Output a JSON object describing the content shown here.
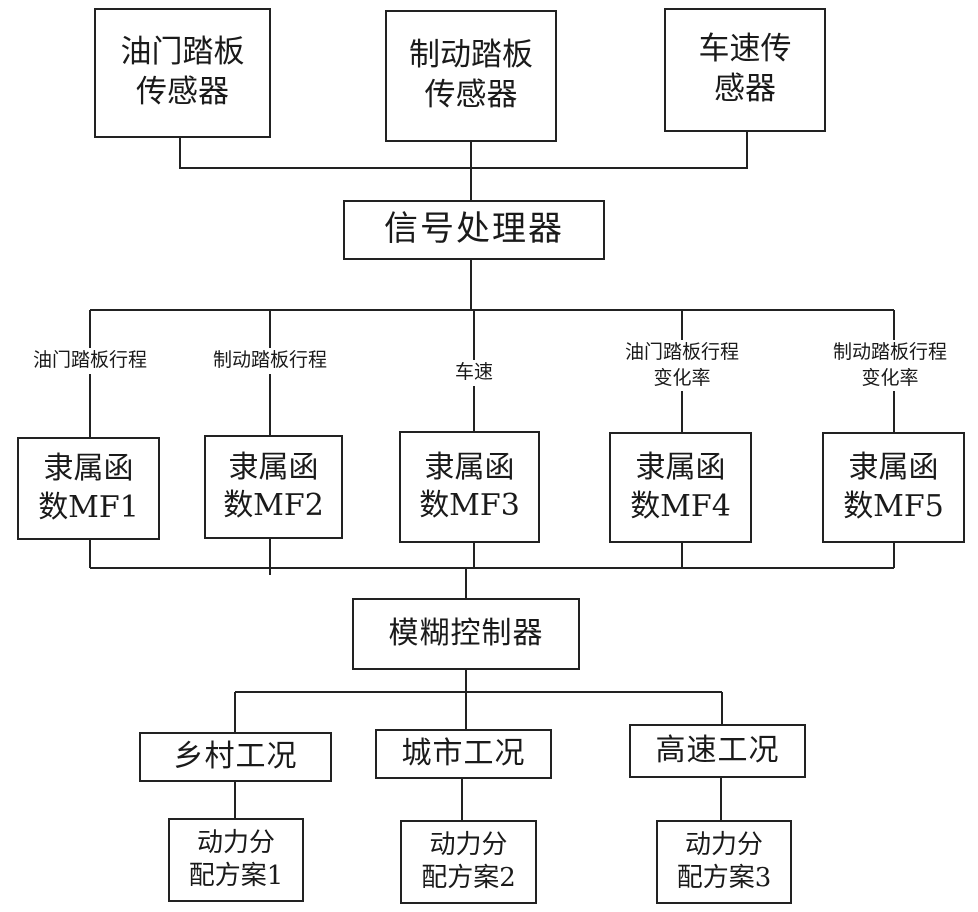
{
  "sensors": {
    "throttle": [
      "油门踏板",
      "传感器"
    ],
    "brake": [
      "制动踏板",
      "传感器"
    ],
    "speed": [
      "车速传",
      "感器"
    ]
  },
  "processor": "信号处理器",
  "signals": {
    "s1": [
      "油门踏板行程"
    ],
    "s2": [
      "制动踏板行程"
    ],
    "s3": [
      "车速"
    ],
    "s4": [
      "油门踏板行程",
      "变化率"
    ],
    "s5": [
      "制动踏板行程",
      "变化率"
    ]
  },
  "membership": {
    "mf1": [
      "隶属函",
      "数MF1"
    ],
    "mf2": [
      "隶属函",
      "数MF2"
    ],
    "mf3": [
      "隶属函",
      "数MF3"
    ],
    "mf4": [
      "隶属函",
      "数MF4"
    ],
    "mf5": [
      "隶属函",
      "数MF5"
    ]
  },
  "controller": "模糊控制器",
  "conditions": {
    "rural": "乡村工况",
    "city": "城市工况",
    "highway": "高速工况"
  },
  "schemes": {
    "p1": [
      "动力分",
      "配方案1"
    ],
    "p2": [
      "动力分",
      "配方案2"
    ],
    "p3": [
      "动力分",
      "配方案3"
    ]
  },
  "colors": {
    "line": "#222222",
    "background": "#ffffff"
  }
}
